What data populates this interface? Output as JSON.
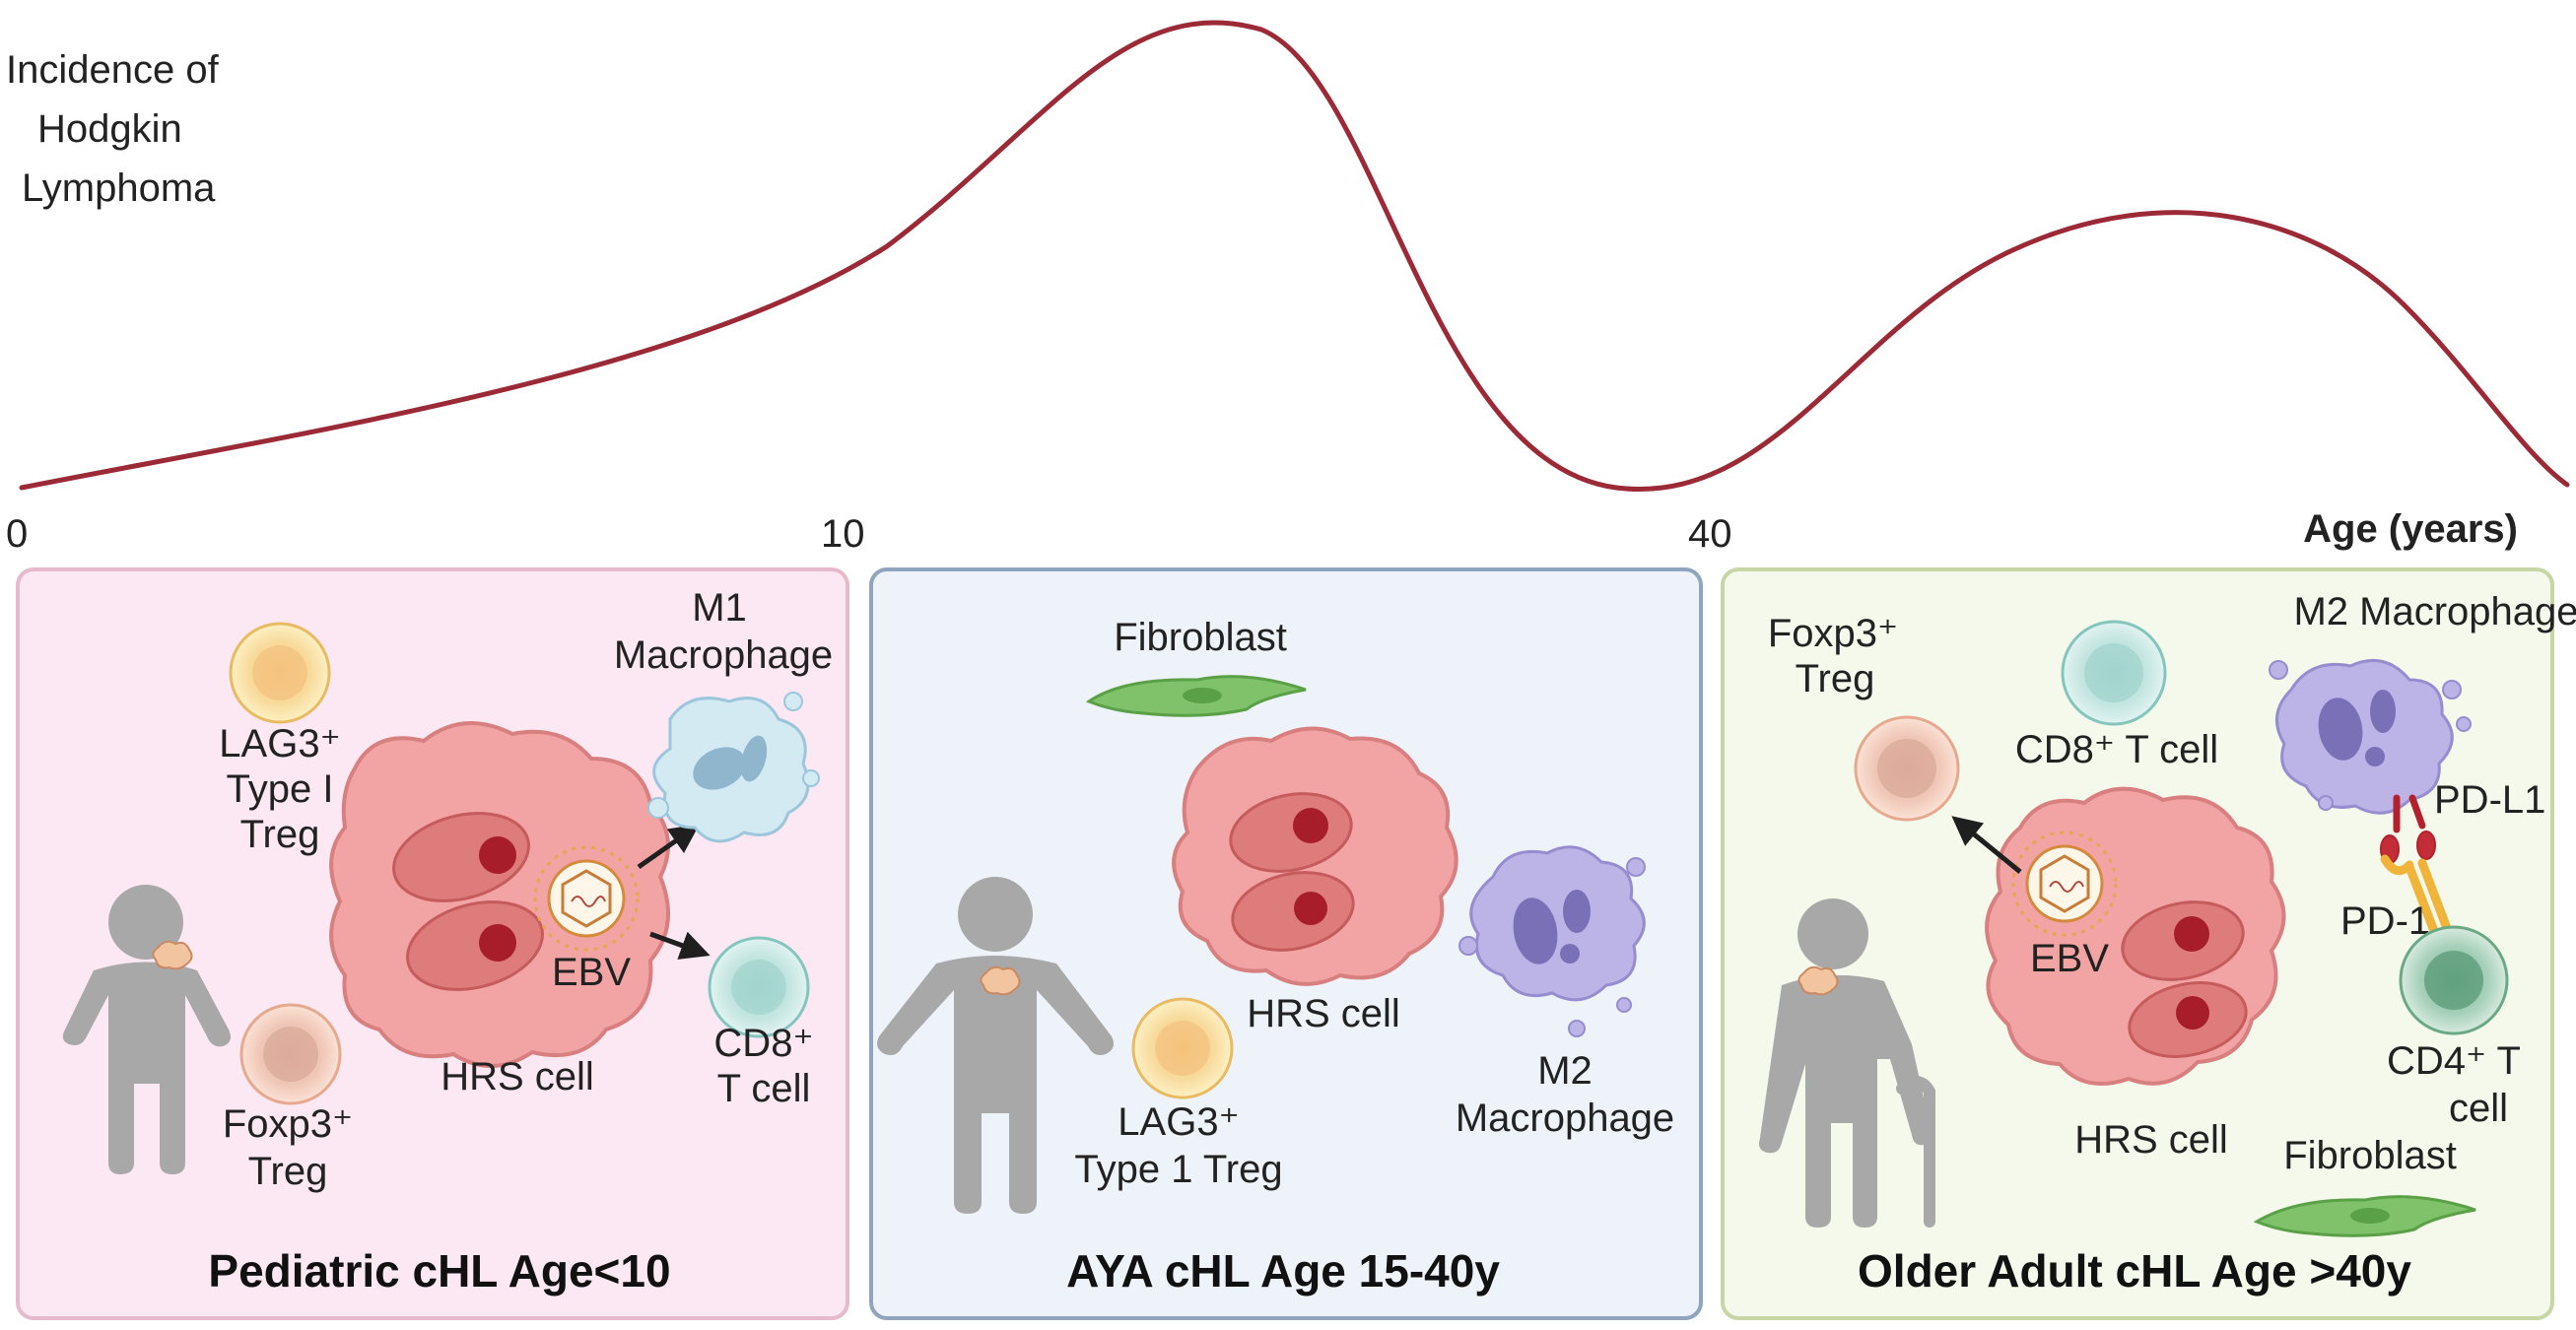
{
  "curve": {
    "ylabel": [
      "Incidence of",
      "Hodgkin",
      "Lymphoma"
    ],
    "xlabel": "Age (years)",
    "ticks": [
      "0",
      "10",
      "40"
    ],
    "color": "#9c2a36"
  },
  "panels": [
    {
      "title": "Pediatric cHL Age<10",
      "bg": "#fce8f2",
      "border": "#e6b9cc",
      "labels": {
        "m1": [
          "M1",
          "Macrophage"
        ],
        "lag3": [
          "LAG3⁺",
          "Type I",
          "Treg"
        ],
        "hrs": "HRS cell",
        "ebv": "EBV",
        "cd8": [
          "CD8⁺",
          "T cell"
        ],
        "foxp3": [
          "Foxp3⁺",
          "Treg"
        ]
      }
    },
    {
      "title": "AYA cHL Age 15-40y",
      "bg": "#eef3f9",
      "border": "#8fa4bd",
      "labels": {
        "fibroblast": "Fibroblast",
        "hrs": "HRS cell",
        "lag3": [
          "LAG3⁺",
          "Type 1 Treg"
        ],
        "m2": [
          "M2",
          "Macrophage"
        ]
      }
    },
    {
      "title": "Older Adult cHL Age >40y",
      "bg": "#f5f9eb",
      "border": "#c8d6a6",
      "labels": {
        "foxp3": [
          "Foxp3⁺",
          "Treg"
        ],
        "cd8": "CD8⁺ T cell",
        "m2": "M2 Macrophage",
        "pdl1": "PD-L1",
        "pd1": "PD-1",
        "ebv": "EBV",
        "hrs": "HRS cell",
        "cd4": [
          "CD4⁺ T",
          "cell"
        ],
        "fibroblast": "Fibroblast"
      }
    }
  ]
}
